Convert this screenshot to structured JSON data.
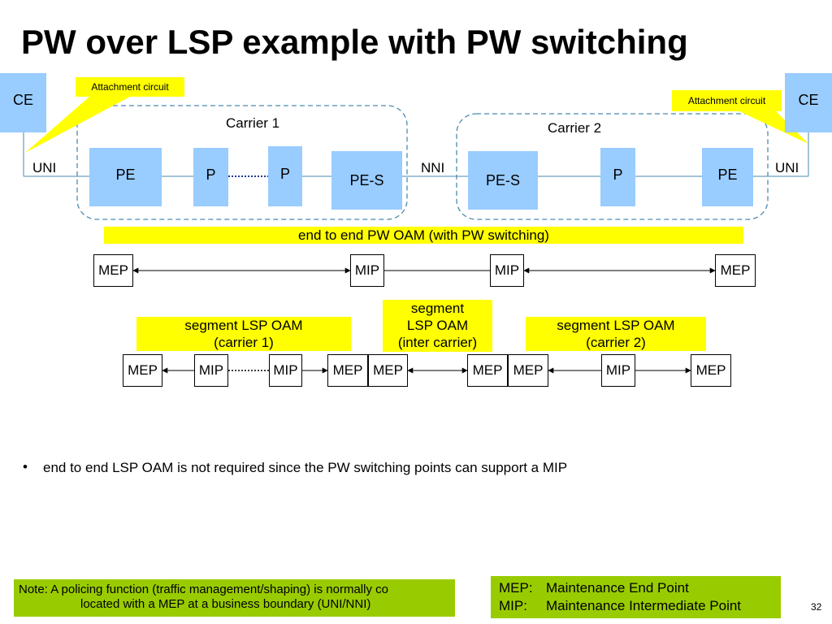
{
  "title": "PW over LSP example with PW switching",
  "carriers": {
    "c1": "Carrier 1",
    "c2": "Carrier 2"
  },
  "network": {
    "ce_left": "CE",
    "ce_right": "CE",
    "uni_left": "UNI",
    "uni_right": "UNI",
    "nni": "NNI",
    "pe1": "PE",
    "p1": "P",
    "p2": "P",
    "pes1": "PE-S",
    "pes2": "PE-S",
    "p3": "P",
    "pe2": "PE"
  },
  "callouts": {
    "left": "Attachment circuit",
    "right": "Attachment circuit"
  },
  "pw_oam": {
    "label": "end to end PW OAM (with PW switching)",
    "points": [
      "MEP",
      "MIP",
      "MIP",
      "MEP"
    ]
  },
  "segments": {
    "carrier1": [
      "segment LSP OAM",
      "(carrier 1)"
    ],
    "inter": [
      "segment",
      "LSP OAM",
      "(inter carrier)"
    ],
    "carrier2": [
      "segment LSP OAM",
      "(carrier 2)"
    ]
  },
  "lsp_points": [
    "MEP",
    "MIP",
    "MIP",
    "MEP",
    "MEP",
    "MEP",
    "MEP",
    "MIP",
    "MEP"
  ],
  "bullet": "end to end LSP OAM is not required since the PW switching points can support a MIP",
  "note": {
    "line1": "Note: A policing function (traffic management/shaping) is normally co",
    "line2": "located with a MEP at a business boundary (UNI/NNI)"
  },
  "legend": {
    "mep_term": "MEP:",
    "mep_def": "Maintenance End Point",
    "mip_term": "MIP:",
    "mip_def": "Maintenance Intermediate Point"
  },
  "page_number": "32",
  "colors": {
    "node": "#99ccff",
    "highlight": "#ffff00",
    "note_bg": "#99cc00",
    "link": "#4a8ab0"
  }
}
